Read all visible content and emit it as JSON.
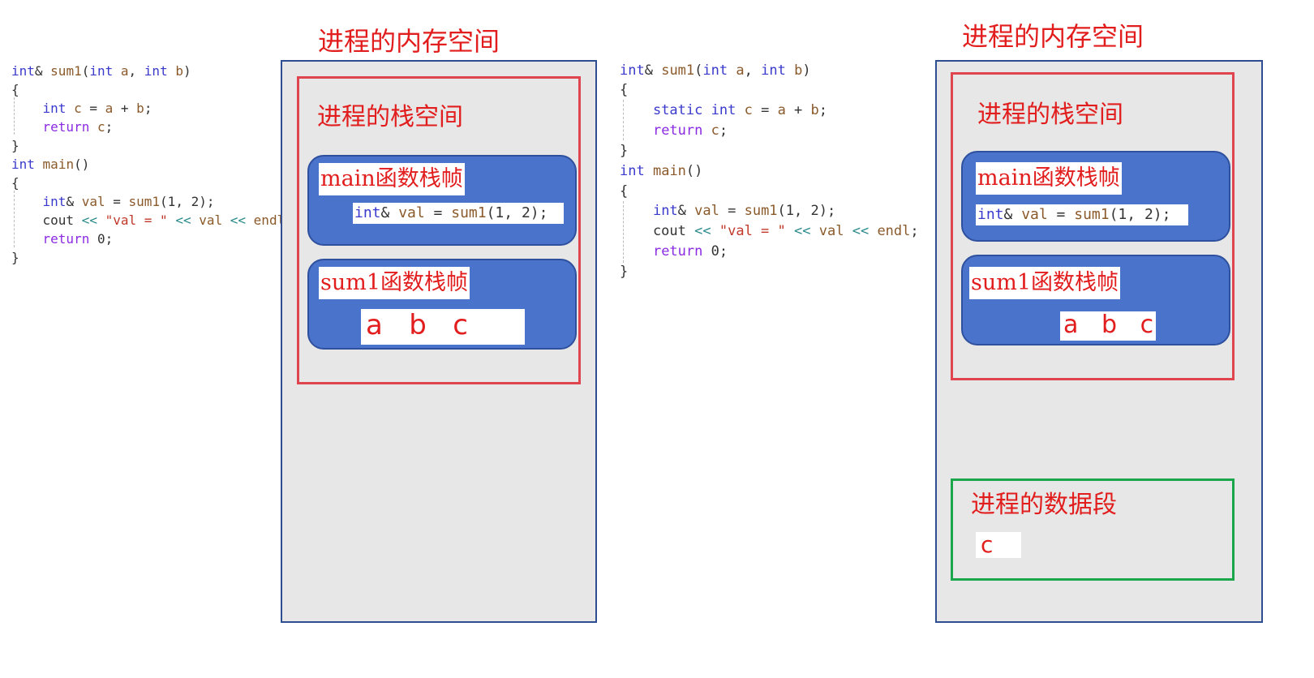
{
  "left": {
    "code_lines": [
      "int& sum1(int a, int b)",
      "{",
      "    int c = a + b;",
      "    return c;",
      "}",
      "int main()",
      "{",
      "    int& val = sum1(1, 2);",
      "    cout << \"val = \" << val << endl;",
      "    return 0;",
      "}"
    ],
    "memory_title": "进程的内存空间",
    "stack_title": "进程的栈空间",
    "main_frame_label": "main函数栈帧",
    "main_frame_code": "int& val = sum1(1, 2);",
    "sum_frame_label": "sum1函数栈帧",
    "sum_frame_vars": "a   b   c"
  },
  "right": {
    "code_lines": [
      "int& sum1(int a, int b)",
      "{",
      "    static int c = a + b;",
      "    return c;",
      "}",
      "int main()",
      "{",
      "    int& val = sum1(1, 2);",
      "    cout << \"val = \" << val << endl;",
      "    return 0;",
      "}"
    ],
    "memory_title": "进程的内存空间",
    "stack_title": "进程的栈空间",
    "main_frame_label": "main函数栈帧",
    "main_frame_code": "int& val = sum1(1, 2);",
    "sum_frame_label": "sum1函数栈帧",
    "sum_frame_vars": "a   b   c",
    "data_segment_title": "进程的数据段",
    "data_segment_var": "c"
  },
  "colors": {
    "title_red": "#e21d1d",
    "stack_border": "#e0454f",
    "frame_fill": "#4a74cb",
    "data_segment_border": "#1aa64a",
    "memory_fill": "#e7e7e7",
    "memory_border": "#2f4d91"
  }
}
